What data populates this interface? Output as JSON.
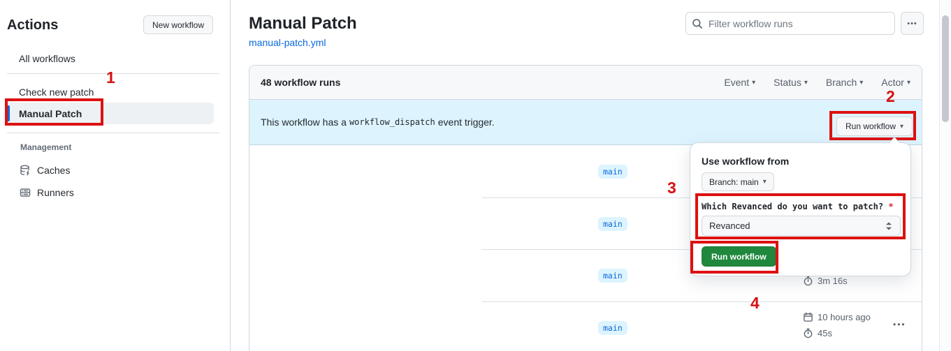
{
  "icons": {
    "caret_down": "▾",
    "kebab": "•••"
  },
  "colors": {
    "accent_blue": "#0969da",
    "banner_bg": "#ddf4ff",
    "annotation_red": "#dd1111",
    "success_green": "#1f883d",
    "border_gray": "#d0d7de"
  },
  "sidebar": {
    "title": "Actions",
    "new_workflow_label": "New workflow",
    "items": [
      {
        "label": "All workflows",
        "selected": false
      },
      {
        "label": "Check new patch",
        "selected": false
      },
      {
        "label": "Manual Patch",
        "selected": true
      }
    ],
    "management": {
      "label": "Management",
      "items": [
        {
          "label": "Caches"
        },
        {
          "label": "Runners"
        }
      ]
    }
  },
  "header": {
    "title": "Manual Patch",
    "file_link": "manual-patch.yml",
    "filter_placeholder": "Filter workflow runs"
  },
  "runs_table": {
    "count_label": "48 workflow runs",
    "filters": [
      {
        "label": "Event"
      },
      {
        "label": "Status"
      },
      {
        "label": "Branch"
      },
      {
        "label": "Actor"
      }
    ],
    "banner": {
      "text_before": "This workflow has a",
      "code": "workflow_dispatch",
      "text_after": "event trigger.",
      "run_workflow_label": "Run workflow"
    },
    "rows": [
      {
        "branch": "main"
      },
      {
        "branch": "main"
      },
      {
        "branch": "main",
        "duration": "3m 16s"
      },
      {
        "branch": "main",
        "time": "10 hours ago",
        "duration": "45s"
      }
    ]
  },
  "run_dialog": {
    "title": "Use workflow from",
    "branch_selector": "Branch: main",
    "input_label": "Which Revanced do you want to patch?",
    "required_marker": "*",
    "input_value": "Revanced",
    "submit_label": "Run workflow"
  },
  "annotations": {
    "step1": "1",
    "step2": "2",
    "step3": "3",
    "step4": "4"
  }
}
